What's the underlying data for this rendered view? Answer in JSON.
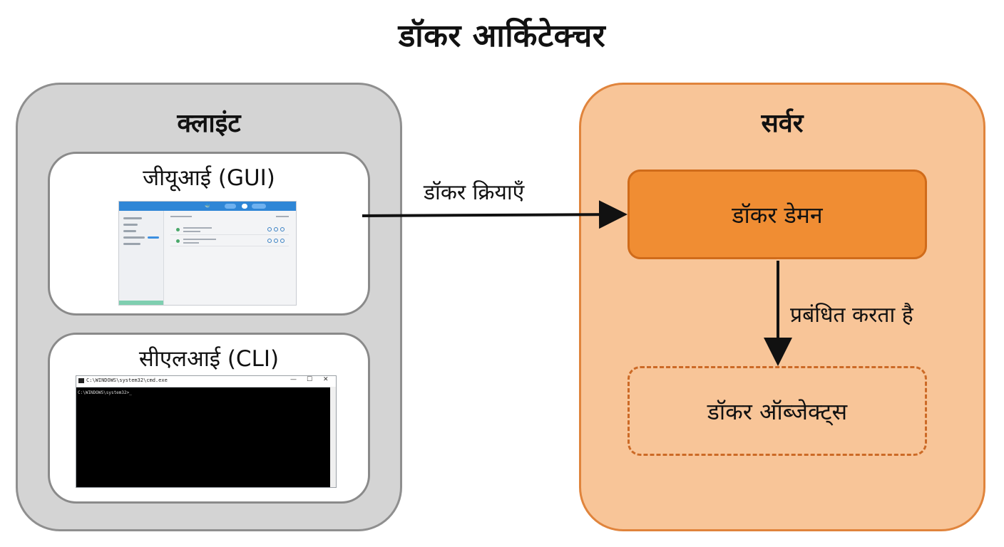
{
  "title": "डॉकर आर्किटेक्चर",
  "client": {
    "heading": "क्लाइंट",
    "gui_label": "जीयूआई (GUI)",
    "cli_label": "सीएलआई (CLI)",
    "cli_window_title": "C:\\WINDOWS\\system32\\cmd.exe",
    "cli_prompt": "C:\\WINDOWS\\system32>_"
  },
  "server": {
    "heading": "सर्वर",
    "daemon_label": "डॉकर डेमन",
    "objects_label": "डॉकर ऑब्जेक्ट्स"
  },
  "edges": {
    "client_to_daemon": "डॉकर क्रियाएँ",
    "daemon_to_objects": "प्रबंधित करता है"
  },
  "colors": {
    "client_bg": "#d4d4d4",
    "server_bg": "#f8c598",
    "daemon_bg": "#f08d33",
    "objects_border": "#cc6a26"
  }
}
